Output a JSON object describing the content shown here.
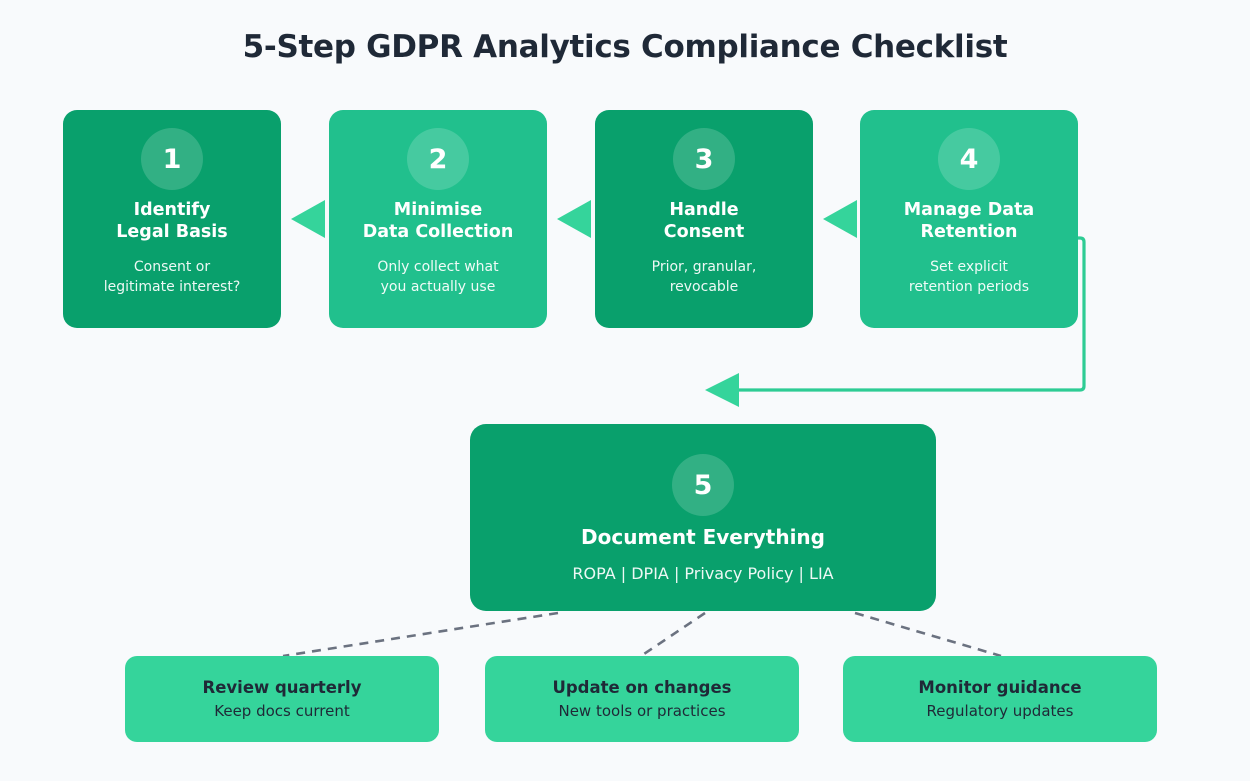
{
  "page": {
    "title": "5-Step GDPR Analytics Compliance Checklist",
    "background_color": "#f8fafc",
    "title_color": "#1f2937"
  },
  "colors": {
    "step_dark_green": "#09a06c",
    "step_light_green": "#21c08d",
    "note_green": "#35d49b",
    "arrow_green": "#35d49b",
    "connector_line_green": "#2ecc94",
    "dashed_line_gray": "#6b7280",
    "badge_overlay": "rgba(255,255,255,0.17)"
  },
  "steps": [
    {
      "number": "1",
      "title_line1": "Identify",
      "title_line2": "Legal Basis",
      "sub_line1": "Consent or",
      "sub_line2": "legitimate interest?",
      "shade": "dark"
    },
    {
      "number": "2",
      "title_line1": "Minimise",
      "title_line2": "Data Collection",
      "sub_line1": "Only collect what",
      "sub_line2": "you actually use",
      "shade": "light"
    },
    {
      "number": "3",
      "title_line1": "Handle",
      "title_line2": "Consent",
      "sub_line1": "Prior, granular,",
      "sub_line2": "revocable",
      "shade": "dark"
    },
    {
      "number": "4",
      "title_line1": "Manage Data",
      "title_line2": "Retention",
      "sub_line1": "Set explicit",
      "sub_line2": "retention periods",
      "shade": "light"
    }
  ],
  "final_step": {
    "number": "5",
    "title": "Document Everything",
    "sub": "ROPA | DPIA | Privacy Policy | LIA"
  },
  "maintenance_notes": [
    {
      "title": "Review quarterly",
      "sub": "Keep docs current"
    },
    {
      "title": "Update on changes",
      "sub": "New tools or practices"
    },
    {
      "title": "Monitor guidance",
      "sub": "Regulatory updates"
    }
  ],
  "connectors": {
    "flow_arrows": [
      {
        "name": "arrow-step4-to-step3",
        "direction": "left"
      },
      {
        "name": "arrow-step3-to-step2",
        "direction": "left"
      },
      {
        "name": "arrow-step2-to-step1",
        "direction": "left"
      }
    ],
    "wrap_arrow": {
      "name": "arrow-step4-to-step5",
      "direction": "left"
    },
    "dashed_links": 3
  }
}
